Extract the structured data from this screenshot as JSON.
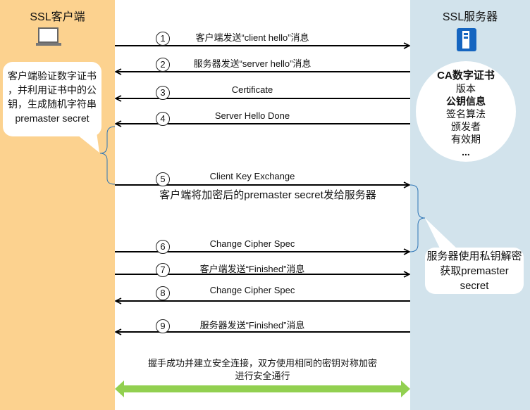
{
  "client": {
    "title": "SSL客户端",
    "icon": "laptop-icon"
  },
  "server": {
    "title": "SSL服务器",
    "icon": "server-icon"
  },
  "messages": [
    {
      "num": "1",
      "label": "客户端发送“client hello”消息",
      "direction": "to-server"
    },
    {
      "num": "2",
      "label": "服务器发送“server hello”消息",
      "direction": "to-client"
    },
    {
      "num": "3",
      "label": "Certificate",
      "direction": "to-client"
    },
    {
      "num": "4",
      "label": "Server Hello Done",
      "direction": "to-client"
    },
    {
      "num": "5",
      "label": "Client Key Exchange",
      "direction": "to-server",
      "sublabel": "客户端将加密后的premaster secret发给服务器"
    },
    {
      "num": "6",
      "label": "Change Cipher Spec",
      "direction": "to-server"
    },
    {
      "num": "7",
      "label": "客户端发送“Finished”消息",
      "direction": "to-server"
    },
    {
      "num": "8",
      "label": "Change Cipher Spec",
      "direction": "to-client"
    },
    {
      "num": "9",
      "label": "服务器发送“Finished”消息",
      "direction": "to-client"
    }
  ],
  "client_note": {
    "lines": [
      "客户端验证数字证书",
      "，并利用证书中的公",
      "钥，生成随机字符串",
      "premaster secret"
    ]
  },
  "server_note": {
    "lines": [
      "服务器使用私钥解密",
      "获取premaster",
      "secret"
    ]
  },
  "certificate": {
    "title": "CA数字证书",
    "fields": [
      "版本",
      "公钥信息",
      "签名算法",
      "颁发者",
      "有效期",
      "..."
    ]
  },
  "result": {
    "lines": [
      "握手成功并建立安全连接，双方使用相同的密钥对称加密",
      "进行安全通行"
    ]
  },
  "colors": {
    "client": "#FCD28F",
    "server": "#D2E3EC",
    "bracket": "#2E75B6",
    "result_arrow": "#92D050",
    "server_icon": "#1565C0"
  }
}
